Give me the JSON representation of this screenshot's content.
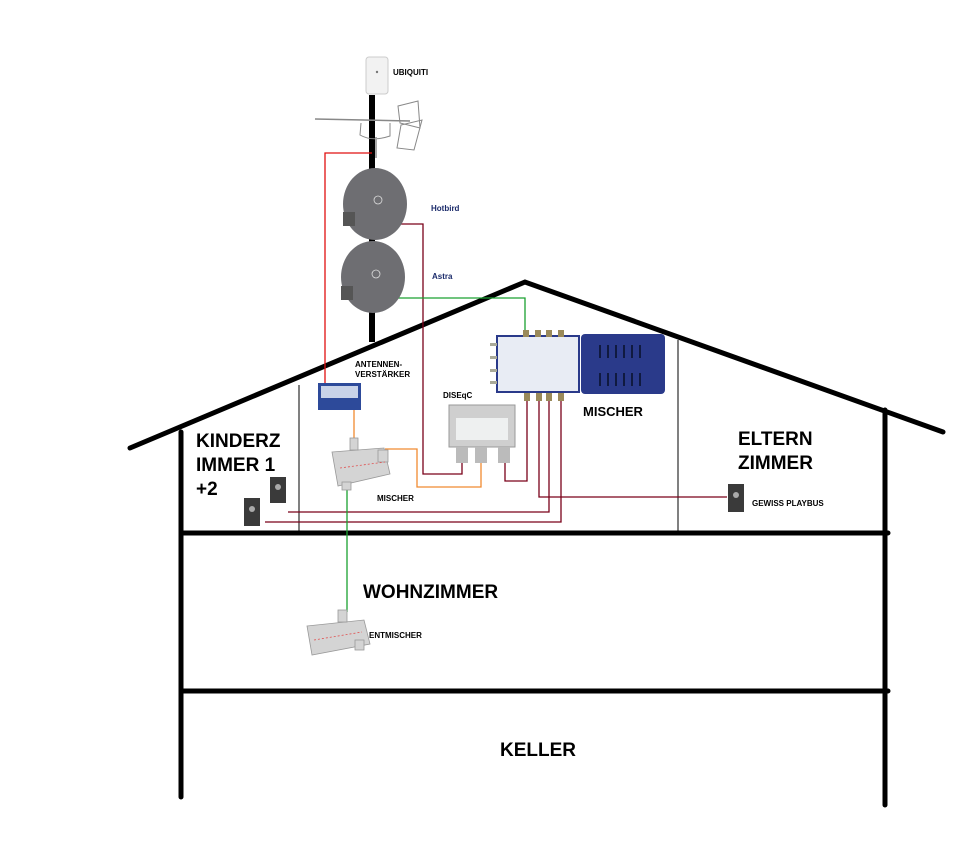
{
  "labels": {
    "ubiquiti": "UBIQUITI",
    "hotbird": "Hotbird",
    "astra": "Astra",
    "amplifier": "ANTENNEN-\nVERSTÄRKER",
    "amplifier_line1": "ANTENNEN-",
    "amplifier_line2": "VERSTÄRKER",
    "diseqc": "DISEqC",
    "multiswitch": "MISCHER",
    "splitter": "MISCHER",
    "kinder_line1": "KINDERZ",
    "kinder_line2": "IMMER 1",
    "kinder_line3": "+2",
    "eltern_line1": "ELTERN",
    "eltern_line2": "ZIMMER",
    "gewiss": "GEWISS PLAYBUS",
    "wohnzimmer": "WOHNZIMMER",
    "entmischer": "ENTMISCHER",
    "keller": "KELLER"
  },
  "colors": {
    "structure": "#000000",
    "coax_sat": "#7a0019",
    "coax_red": "#e01010",
    "coax_orange": "#f08a30",
    "coax_green": "#1aa030",
    "dish": "#6e6e72",
    "multiswitch_blue": "#2a3a8a"
  }
}
